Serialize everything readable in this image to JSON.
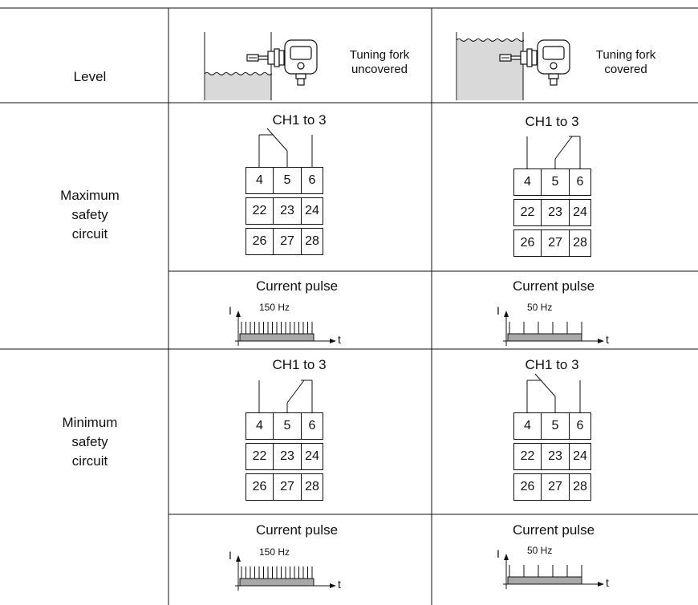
{
  "header": {
    "level_label": "Level",
    "uncovered_label_line1": "Tuning fork",
    "uncovered_label_line2": "uncovered",
    "covered_label_line1": "Tuning fork",
    "covered_label_line2": "covered"
  },
  "rows": [
    {
      "label_lines": [
        "Maximum",
        "safety",
        "circuit"
      ]
    },
    {
      "label_lines": [
        "Minimum",
        "safety",
        "circuit"
      ]
    }
  ],
  "terminal_block": {
    "title": "CH1 to 3",
    "rows": [
      [
        "4",
        "5",
        "6"
      ],
      [
        "22",
        "23",
        "24"
      ],
      [
        "26",
        "27",
        "28"
      ]
    ]
  },
  "pulse": {
    "title": "Current pulse",
    "fast": "150 Hz",
    "slow": "50 Hz",
    "y_axis": "I",
    "x_axis": "t"
  },
  "colors": {
    "liquid": "#d9d9d9",
    "pulse_fill": "#a8a8a8",
    "line": "#111111"
  }
}
